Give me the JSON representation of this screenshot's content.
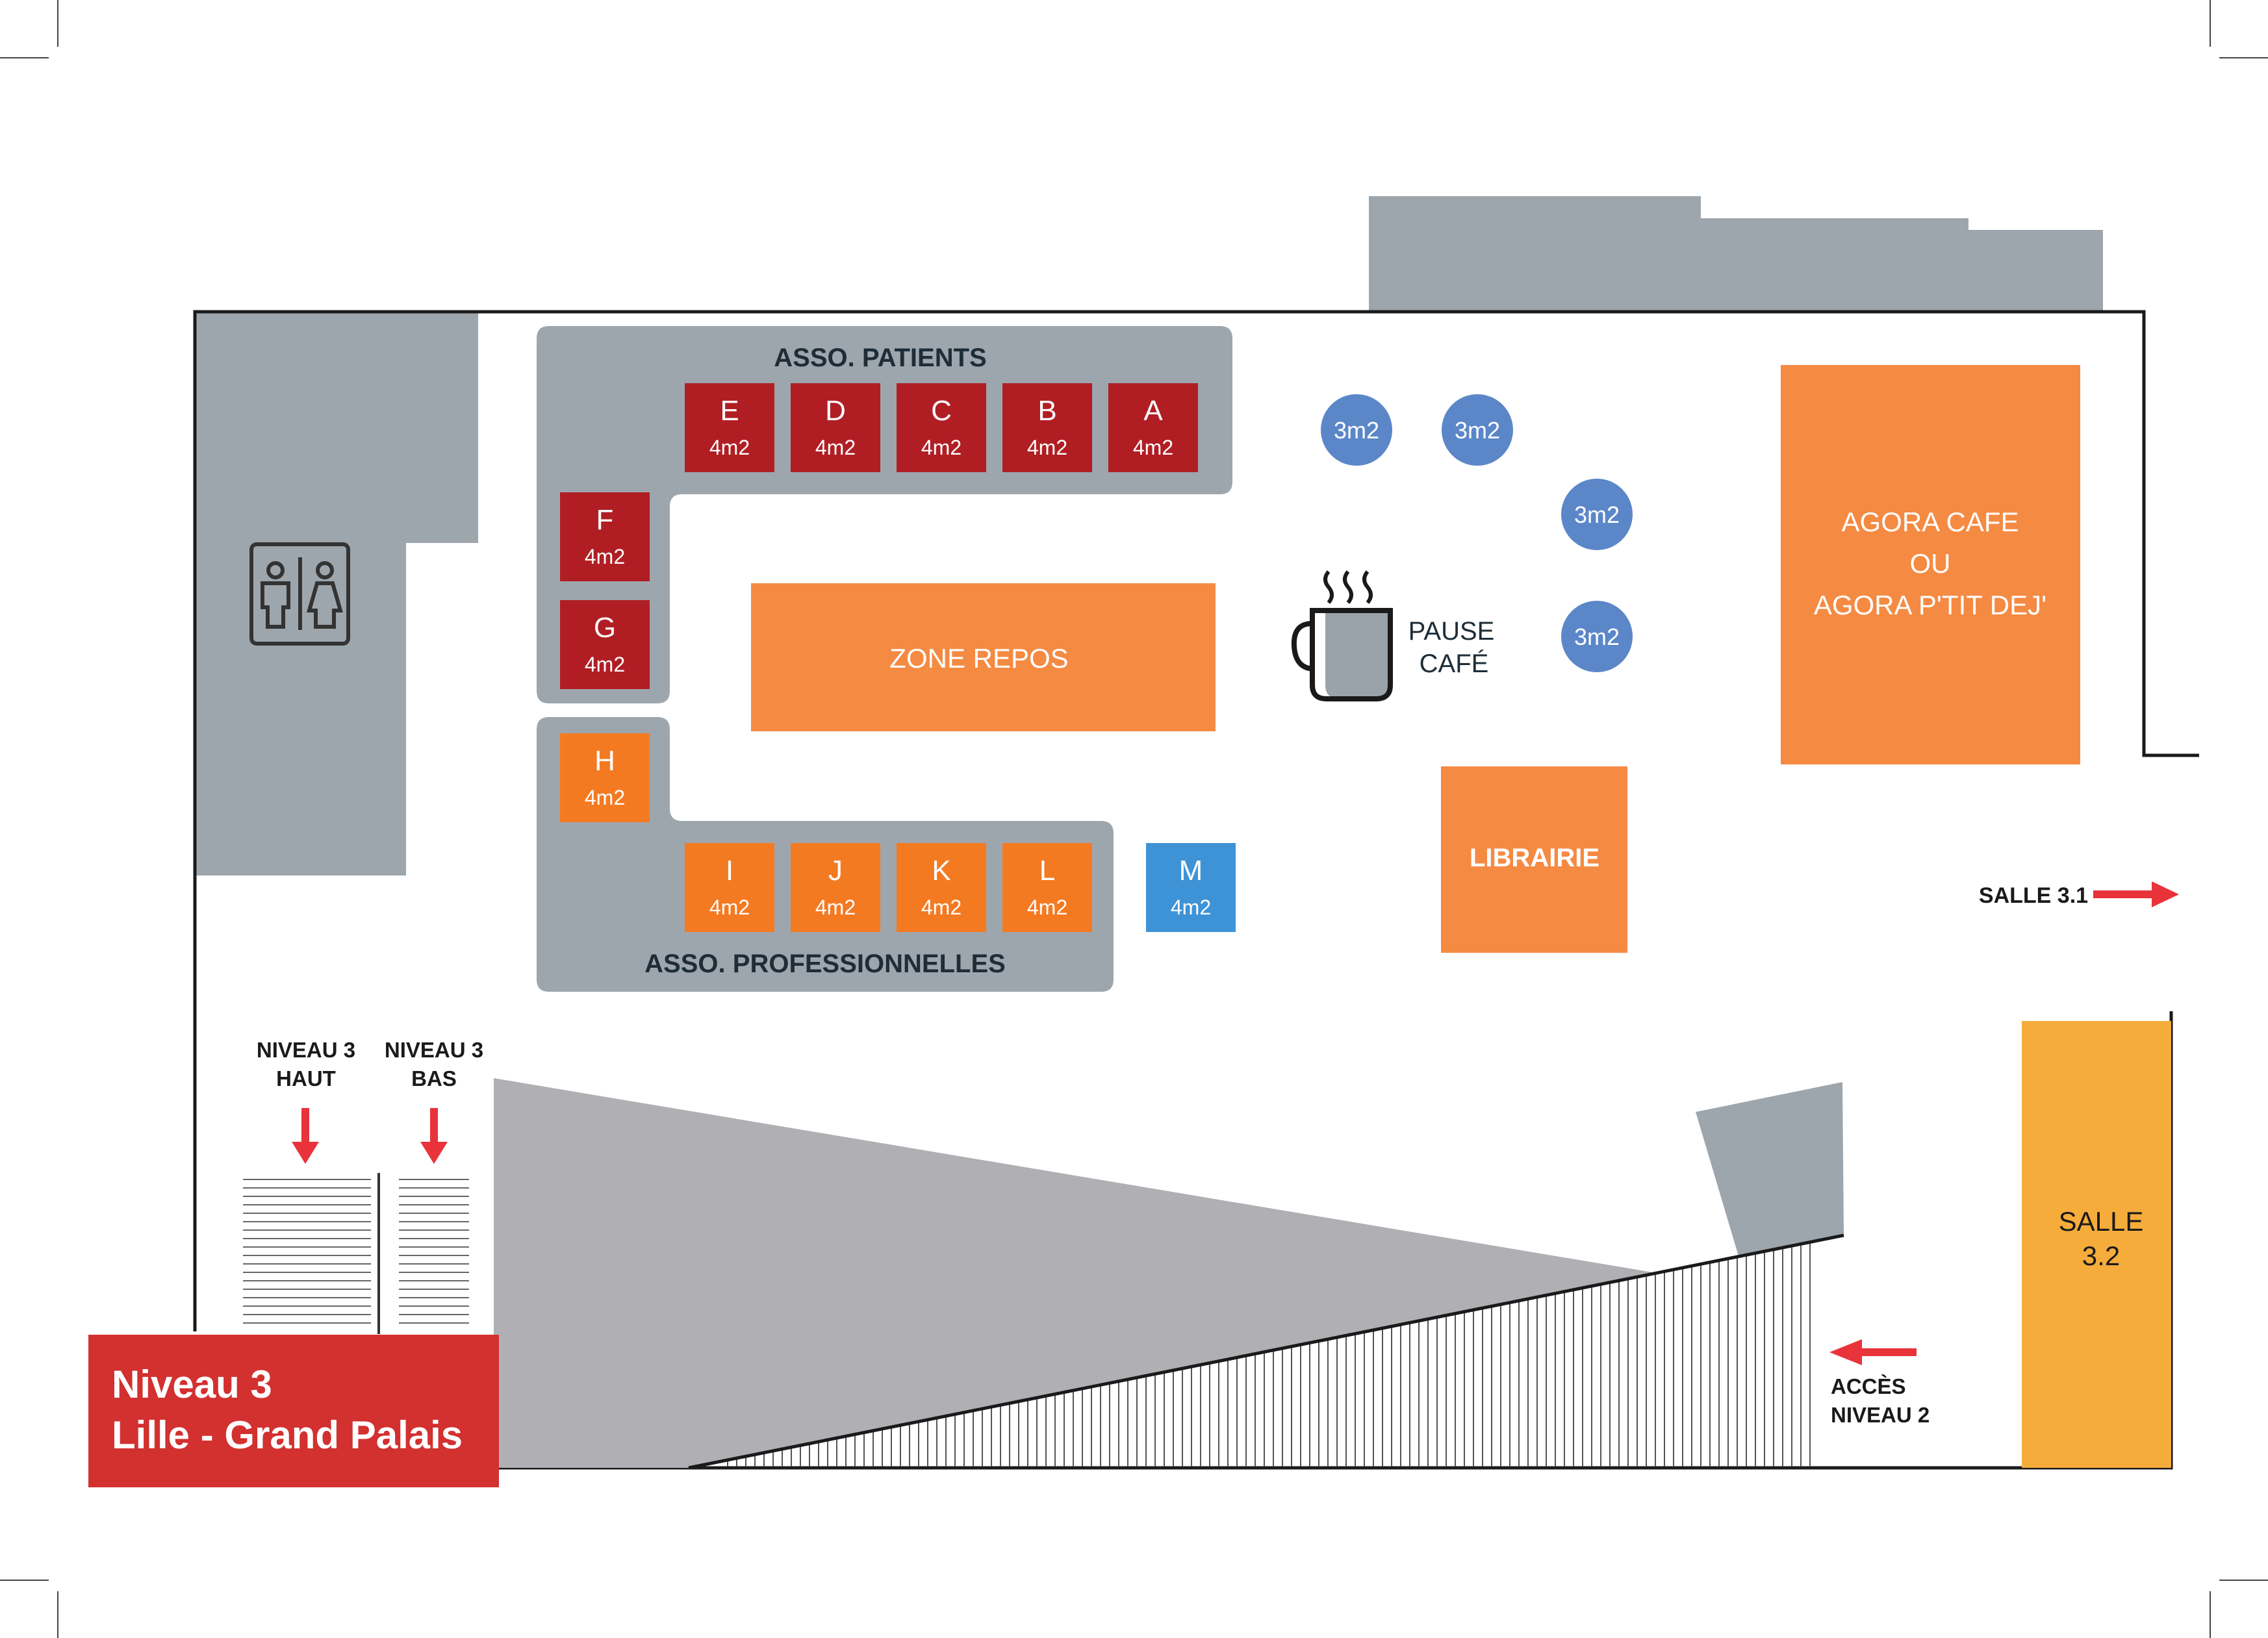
{
  "title": {
    "line1": "Niveau 3",
    "line2": "Lille - Grand Palais"
  },
  "colors": {
    "grey_area": "#9ea6ad",
    "ramp_grey": "#b0b0b4",
    "patient_stand": "#b01e24",
    "pro_stand": "#f47a22",
    "special_stand": "#3e93d6",
    "round_stand": "#5b87c9",
    "orange_zone": "#f58a42",
    "salle_yellow": "#f6ac3b",
    "title_red": "#d33030",
    "arrow_red": "#e8333b",
    "label_dark": "#1e2d37"
  },
  "groups": {
    "patients": "ASSO. PATIENTS",
    "professionnelles": "ASSO. PROFESSIONNELLES"
  },
  "stands": [
    {
      "id": "A",
      "size": "4m2",
      "group": "patients"
    },
    {
      "id": "B",
      "size": "4m2",
      "group": "patients"
    },
    {
      "id": "C",
      "size": "4m2",
      "group": "patients"
    },
    {
      "id": "D",
      "size": "4m2",
      "group": "patients"
    },
    {
      "id": "E",
      "size": "4m2",
      "group": "patients"
    },
    {
      "id": "F",
      "size": "4m2",
      "group": "patients"
    },
    {
      "id": "G",
      "size": "4m2",
      "group": "patients"
    },
    {
      "id": "H",
      "size": "4m2",
      "group": "professionnelles"
    },
    {
      "id": "I",
      "size": "4m2",
      "group": "professionnelles"
    },
    {
      "id": "J",
      "size": "4m2",
      "group": "professionnelles"
    },
    {
      "id": "K",
      "size": "4m2",
      "group": "professionnelles"
    },
    {
      "id": "L",
      "size": "4m2",
      "group": "professionnelles"
    },
    {
      "id": "M",
      "size": "4m2",
      "group": "other"
    }
  ],
  "round_stands": [
    "3m2",
    "3m2",
    "3m2",
    "3m2"
  ],
  "zones": {
    "zone_repos": "ZONE REPOS",
    "librairie": "LIBRAIRIE",
    "agora": [
      "AGORA CAFE",
      "OU",
      "AGORA P'TIT DEJ'"
    ],
    "salle_32": [
      "SALLE",
      "3.2"
    ]
  },
  "pause_cafe": [
    "PAUSE",
    "CAFÉ"
  ],
  "signs": {
    "salle_31": "SALLE 3.1",
    "acces_niveau2": [
      "ACCÈS",
      "NIVEAU 2"
    ],
    "niveau3_haut": [
      "NIVEAU 3",
      "HAUT"
    ],
    "niveau3_bas": [
      "NIVEAU 3",
      "BAS"
    ]
  },
  "icons": {
    "restroom": "restroom-icon",
    "coffee": "coffee-cup-icon",
    "arrow": "arrow-icon"
  }
}
